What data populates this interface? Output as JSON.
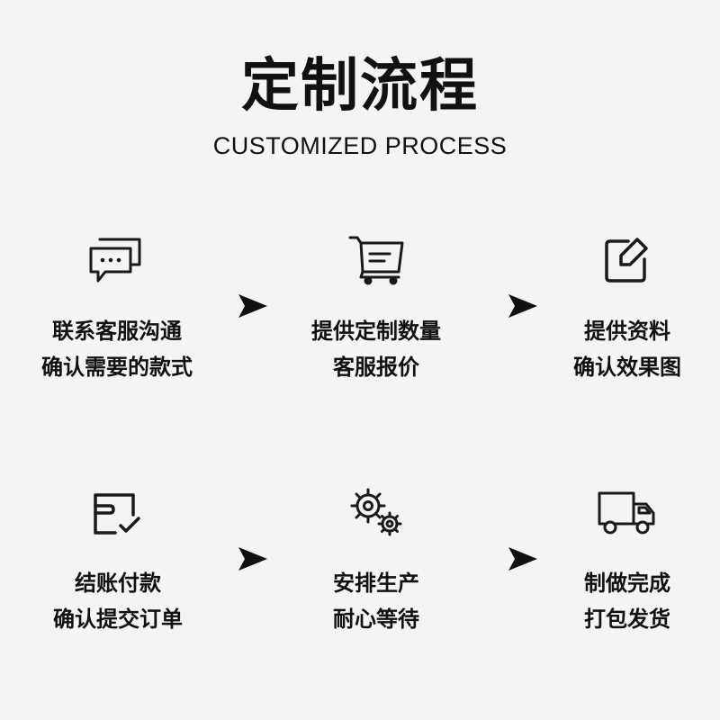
{
  "header": {
    "title": "定制流程",
    "subtitle": "CUSTOMIZED PROCESS"
  },
  "steps": [
    {
      "icon": "chat-bubbles-icon",
      "line1": "联系客服沟通",
      "line2": "确认需要的款式"
    },
    {
      "icon": "shopping-cart-icon",
      "line1": "提供定制数量",
      "line2": "客服报价"
    },
    {
      "icon": "edit-icon",
      "line1": "提供资料",
      "line2": "确认效果图"
    },
    {
      "icon": "wallet-check-icon",
      "line1": "结账付款",
      "line2": "确认提交订单"
    },
    {
      "icon": "gears-icon",
      "line1": "安排生产",
      "line2": "耐心等待"
    },
    {
      "icon": "delivery-truck-icon",
      "line1": "制做完成",
      "line2": "打包发货"
    }
  ],
  "colors": {
    "background": "#f4f4f4",
    "text": "#111111",
    "icon": "#1a1a1a"
  }
}
